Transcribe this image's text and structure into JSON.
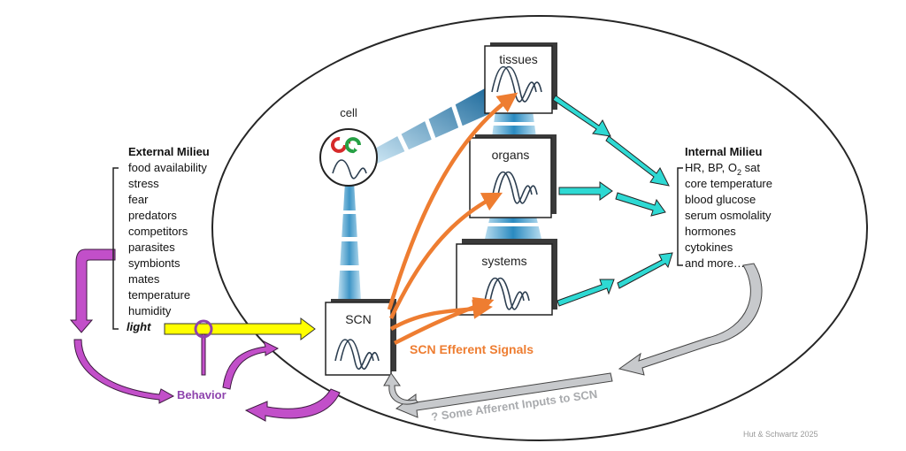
{
  "external_milieu": {
    "title": "External Milieu",
    "items": [
      "food availability",
      "stress",
      "fear",
      "predators",
      "competitors",
      "parasites",
      "symbionts",
      "mates",
      "temperature",
      "humidity"
    ],
    "light": "light"
  },
  "internal_milieu": {
    "title": "Internal Milieu",
    "first_line_prefix": "HR, BP, O",
    "first_line_sub": "2",
    "first_line_suffix": " sat",
    "items": [
      "core temperature",
      "blood glucose",
      "serum osmolality",
      "hormones",
      "cytokines",
      "and more…"
    ]
  },
  "nodes": {
    "cell": "cell",
    "tissues": "tissues",
    "organs": "organs",
    "systems": "systems",
    "scn": "SCN"
  },
  "labels": {
    "behavior": "Behavior",
    "efferent": "SCN Efferent Signals",
    "afferent": "? Some Afferent Inputs to SCN",
    "credit": "Hut & Schwartz 2025"
  },
  "colors": {
    "orange": "#ee7d31",
    "cyan": "#2ed9d3",
    "magenta": "#c24fc9",
    "yellow": "#ffff00",
    "gray": "#c7c9cc",
    "purple_text": "#8e44ad",
    "steel_blue": "#2f6f9e"
  }
}
